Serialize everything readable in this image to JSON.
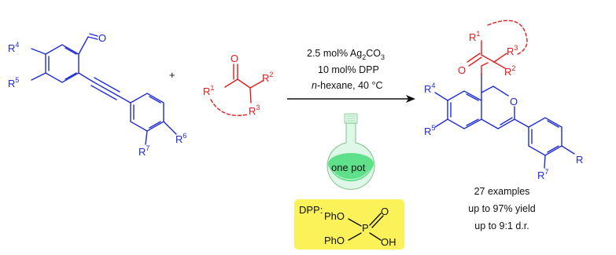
{
  "reactant1": {
    "r4": "R",
    "r4_sup": "4",
    "r5": "R",
    "r5_sup": "5",
    "r6": "R",
    "r6_sup": "6",
    "r7": "R",
    "r7_sup": "7",
    "oxygen": "O"
  },
  "plus": "+",
  "reactant2": {
    "r1": "R",
    "r1_sup": "1",
    "r2": "R",
    "r2_sup": "2",
    "r3": "R",
    "r3_sup": "3",
    "oxygen": "O"
  },
  "conditions": {
    "line1_a": "2.5 mol% Ag",
    "line1_sub1": "2",
    "line1_b": "CO",
    "line1_sub2": "3",
    "line2": "10 mol% DPP",
    "line3_italic": "n",
    "line3_rest": "-hexane, 40 °C"
  },
  "flask_label": "one pot",
  "dpp_box": {
    "label": "DPP:",
    "pho_top": "PhO",
    "pho_bottom": "PhO",
    "p": "P",
    "o": "O",
    "oh": "OH"
  },
  "product": {
    "r1": "R",
    "r1_sup": "1",
    "r2": "R",
    "r2_sup": "2",
    "r3": "R",
    "r3_sup": "3",
    "r4": "R",
    "r4_sup": "4",
    "r5": "R",
    "r5_sup": "5",
    "r6": "R",
    "r7": "R",
    "r7_sup": "7",
    "oxygen_carbonyl": "O",
    "oxygen_ring": "O"
  },
  "results": {
    "line1": "27 examples",
    "line2": "up to 97% yield",
    "line3": "up to 9:1 d.r."
  },
  "colors": {
    "blue": "#1f2bd6",
    "red": "#e31b1b",
    "flask_green": "#5fe08a",
    "dpp_box": "#fbf25a"
  }
}
